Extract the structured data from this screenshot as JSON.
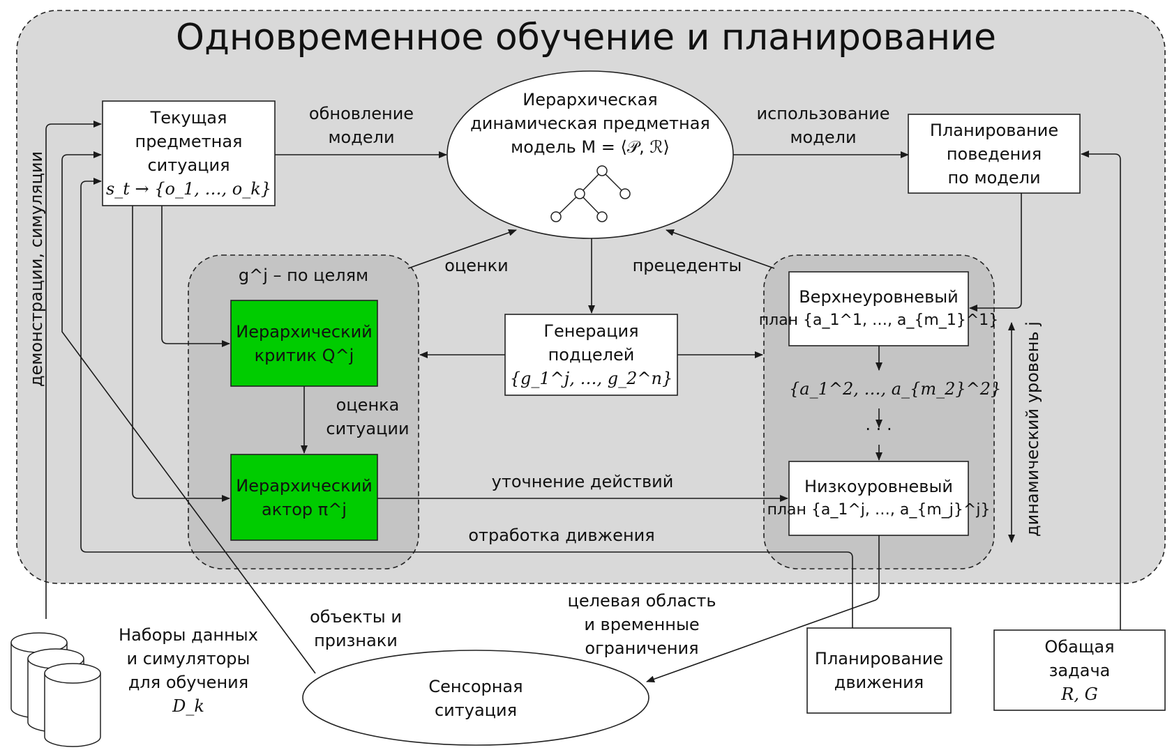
{
  "title": "Одновременное обучение и планирование",
  "nodes": {
    "current_situation": [
      "Текущая",
      "предметная",
      "ситуация",
      "s_t → {o_1, …, o_k}"
    ],
    "model": [
      "Иерархическая",
      "динамическая предметная",
      "модель M = ⟨𝒫, ℛ⟩"
    ],
    "model_planning": [
      "Планирование",
      "поведения",
      "по модели"
    ],
    "critic": [
      "Иерархический",
      "критик Q^j"
    ],
    "actor": [
      "Иерархический",
      "актор π^j"
    ],
    "subgoals": [
      "Генерация",
      "подцелей",
      "{g_1^j, …, g_2^n}"
    ],
    "high_plan": [
      "Верхнеуровневый",
      "план {a_1^1, …, a_{m_1}^1}"
    ],
    "mid_plan": "{a_1^2, …, a_{m_2}^2}",
    "dots": "· · ·",
    "low_plan": [
      "Низкоуровневый",
      "план {a_1^j, …, a_{m_j}^j}"
    ],
    "datasets": [
      "Наборы данных",
      "и симуляторы",
      "для обучения",
      "D_k"
    ],
    "sensor": [
      "Сенсорная",
      "ситуация"
    ],
    "motion_planning": [
      "Планирование",
      "движения"
    ],
    "general_task": [
      "Обащая",
      "задача",
      "R, G"
    ]
  },
  "groups": {
    "goals": "g^j – по целям"
  },
  "edge_labels": {
    "model_update": [
      "обновление",
      "модели"
    ],
    "model_use": [
      "использование",
      "модели"
    ],
    "estimates": "оценки",
    "precedents": "прецеденты",
    "situation_eval": [
      "оценка",
      "ситуации"
    ],
    "action_refine": "уточнение действий",
    "motion_work": "отработка дивжения",
    "objects": [
      "объекты и",
      "признаки"
    ],
    "target_area": [
      "целевая область",
      "и временные",
      "ограничения"
    ],
    "demos": "демонстрации, симуляции",
    "dyn_level": "динамический уровень j"
  },
  "colors": {
    "outer_bg": "#d9d9d9",
    "inner_bg": "#c4c4c4",
    "green": "#00cc00",
    "line": "#1a1a1a"
  }
}
